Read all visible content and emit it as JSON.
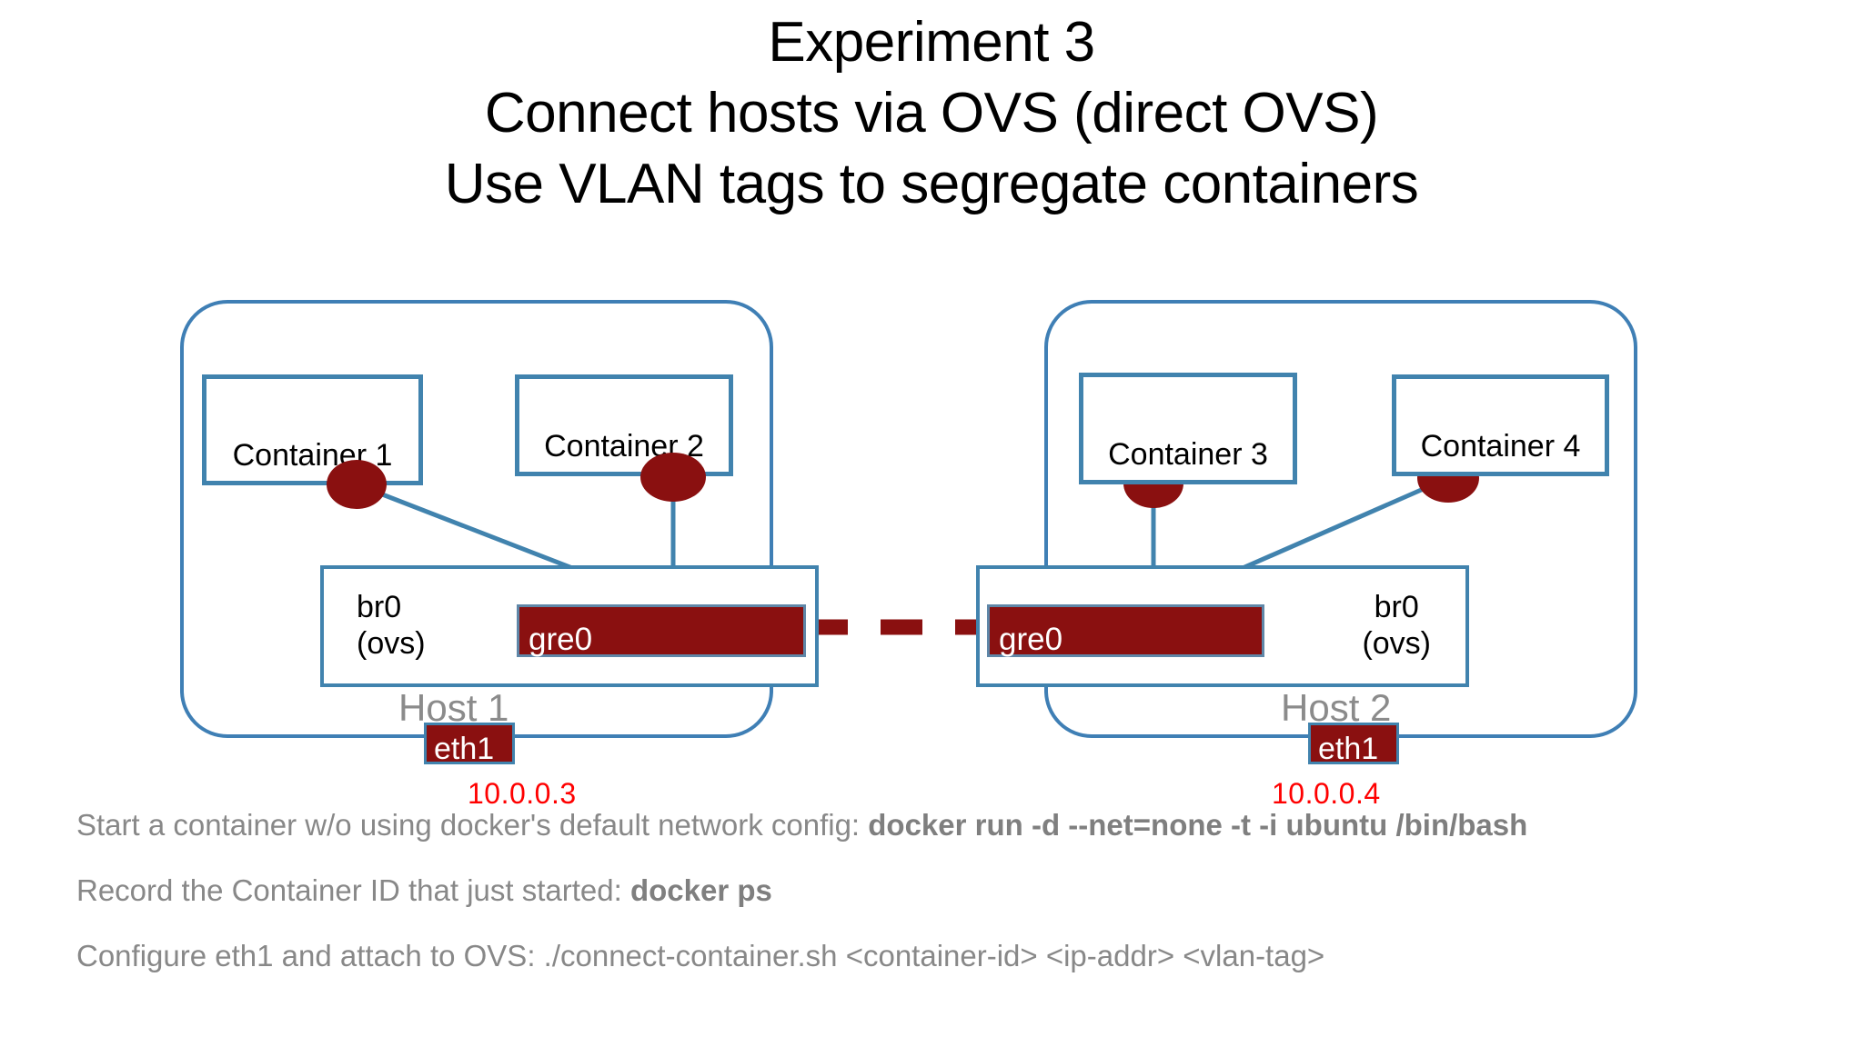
{
  "title": {
    "line1": "Experiment 3",
    "line2": "Connect hosts via OVS (direct OVS)",
    "line3": "Use VLAN tags to segregate containers"
  },
  "diagram": {
    "hosts": [
      {
        "name": "Host 1",
        "bridge_label_line1": "br0",
        "bridge_label_line2": "(ovs)",
        "tunnel_port": "gre0",
        "nic": "eth1",
        "nic_ip": "10.0.0.3",
        "containers": [
          {
            "label": "Container 1"
          },
          {
            "label": "Container 2"
          }
        ]
      },
      {
        "name": "Host 2",
        "bridge_label_line1": "br0",
        "bridge_label_line2": "(ovs)",
        "tunnel_port": "gre0",
        "nic": "eth1",
        "nic_ip": "10.0.0.4",
        "containers": [
          {
            "label": "Container 3"
          },
          {
            "label": "Container 4"
          }
        ]
      }
    ],
    "colors": {
      "box_border_blue": "#4183ae",
      "interface_red": "#8a1010",
      "ip_red": "#ff0000",
      "host_name_gray": "#8b8b8b",
      "body_text_gray": "#888888"
    }
  },
  "bullets": [
    {
      "text": "Start a container w/o using docker's default network config:  ",
      "command": "docker run -d --net=none -t -i ubuntu /bin/bash"
    },
    {
      "text": "Record the Container ID that just started: ",
      "command": "docker ps"
    },
    {
      "text": "Configure eth1 and attach to OVS: ./connect-container.sh <container-id> <ip-addr> <vlan-tag>",
      "command": ""
    }
  ]
}
